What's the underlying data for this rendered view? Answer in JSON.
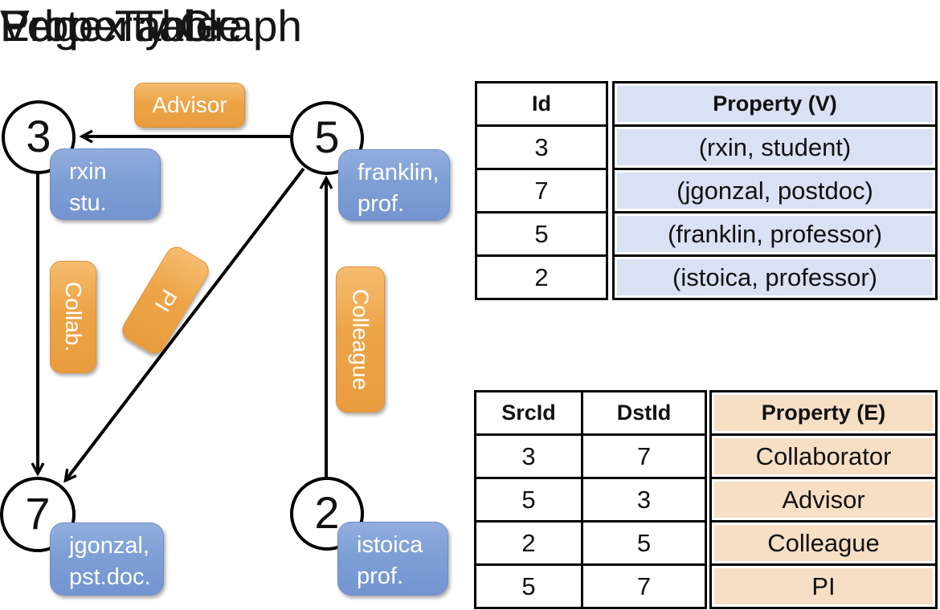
{
  "graph": {
    "title": "Property Graph",
    "nodes": [
      {
        "id": "3",
        "property": "rxin\nstu."
      },
      {
        "id": "5",
        "property": "franklin,\nprof."
      },
      {
        "id": "7",
        "property": "jgonzal,\npst.doc."
      },
      {
        "id": "2",
        "property": "istoica\nprof."
      }
    ],
    "edge_labels": [
      {
        "label": "Advisor"
      },
      {
        "label": "Collab."
      },
      {
        "label": "PI"
      },
      {
        "label": "Colleague"
      }
    ]
  },
  "vertex_table": {
    "title": "Vertex Table",
    "headers": {
      "id": "Id",
      "property": "Property (V)"
    },
    "rows": [
      {
        "id": "3",
        "property": "(rxin, student)"
      },
      {
        "id": "7",
        "property": "(jgonzal, postdoc)"
      },
      {
        "id": "5",
        "property": "(franklin, professor)"
      },
      {
        "id": "2",
        "property": "(istoica, professor)"
      }
    ]
  },
  "edge_table": {
    "title": "Edge Table",
    "headers": {
      "src": "SrcId",
      "dst": "DstId",
      "property": "Property (E)"
    },
    "rows": [
      {
        "src": "3",
        "dst": "7",
        "property": "Collaborator"
      },
      {
        "src": "5",
        "dst": "3",
        "property": "Advisor"
      },
      {
        "src": "2",
        "dst": "5",
        "property": "Colleague"
      },
      {
        "src": "5",
        "dst": "7",
        "property": "PI"
      }
    ]
  },
  "colors": {
    "edge_label_orange": "#eda447",
    "node_property_blue": "#7e9fd5",
    "vertex_cell_fill": "#d9e2f3",
    "edge_cell_fill": "#f6dfc5",
    "line_black": "#000000"
  }
}
